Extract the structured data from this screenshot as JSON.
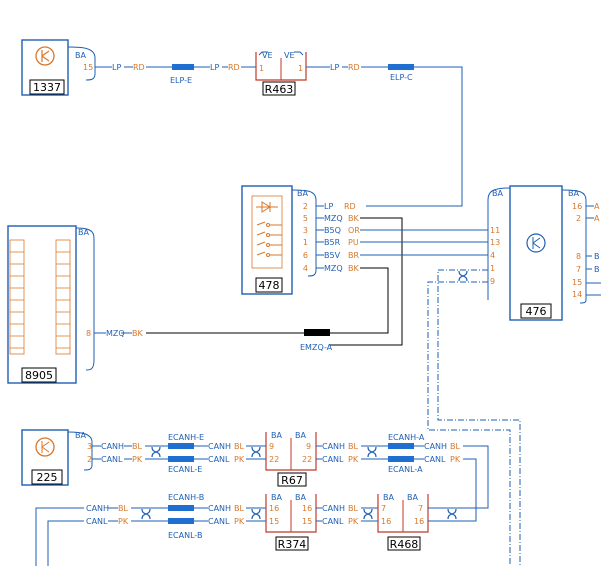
{
  "components": {
    "c1337": {
      "id": "1337",
      "conn": "BA",
      "pin": "15"
    },
    "r463": {
      "id": "R463",
      "conn_left": "VE",
      "conn_right": "VE",
      "pin_left": "1",
      "pin_right": "1"
    },
    "c478": {
      "id": "478",
      "conn": "BA",
      "pins": [
        "2",
        "5",
        "3",
        "1",
        "6",
        "4"
      ]
    },
    "c8905": {
      "id": "8905",
      "conn": "BA",
      "pin": "8"
    },
    "c476": {
      "id": "476",
      "conn_left": "BA",
      "conn_right": "BA",
      "pins_left": [
        "11",
        "13",
        "4",
        "1",
        "9"
      ],
      "pins_right": [
        "16",
        "2",
        "8",
        "7",
        "15",
        "14"
      ],
      "right_labels": [
        "A",
        "A",
        "B",
        "B"
      ]
    },
    "c225": {
      "id": "225",
      "conn": "BA",
      "pins": [
        "3",
        "2"
      ]
    },
    "r67": {
      "id": "R67",
      "conn_left": "BA",
      "conn_right": "BA",
      "pins_left": [
        "9",
        "22"
      ],
      "pins_right": [
        "9",
        "22"
      ]
    },
    "r374": {
      "id": "R374",
      "conn_left": "BA",
      "conn_right": "BA",
      "pins_left": [
        "16",
        "15"
      ],
      "pins_right": [
        "16",
        "15"
      ]
    },
    "r468": {
      "id": "R468",
      "conn_left": "BA",
      "conn_right": "BA",
      "pins_left": [
        "7",
        "16"
      ],
      "pins_right": [
        "7",
        "16"
      ]
    }
  },
  "wires": {
    "lp": "LP",
    "rd": "RD",
    "mzq": "MZQ",
    "bk": "BK",
    "b5q": "B5Q",
    "or": "OR",
    "b5r": "B5R",
    "pu": "PU",
    "b5v": "B5V",
    "br": "BR",
    "canh": "CANH",
    "canl": "CANL",
    "bl": "BL",
    "pk": "PK"
  },
  "splices": {
    "elp_e": "ELP-E",
    "elp_c": "ELP-C",
    "emzq_a": "EMZQ-A",
    "ecanh_e": "ECANH-E",
    "ecanl_e": "ECANL-E",
    "ecanh_a": "ECANH-A",
    "ecanl_a": "ECANL-A",
    "ecanh_b": "ECANH-B",
    "ecanl_b": "ECANL-B"
  }
}
